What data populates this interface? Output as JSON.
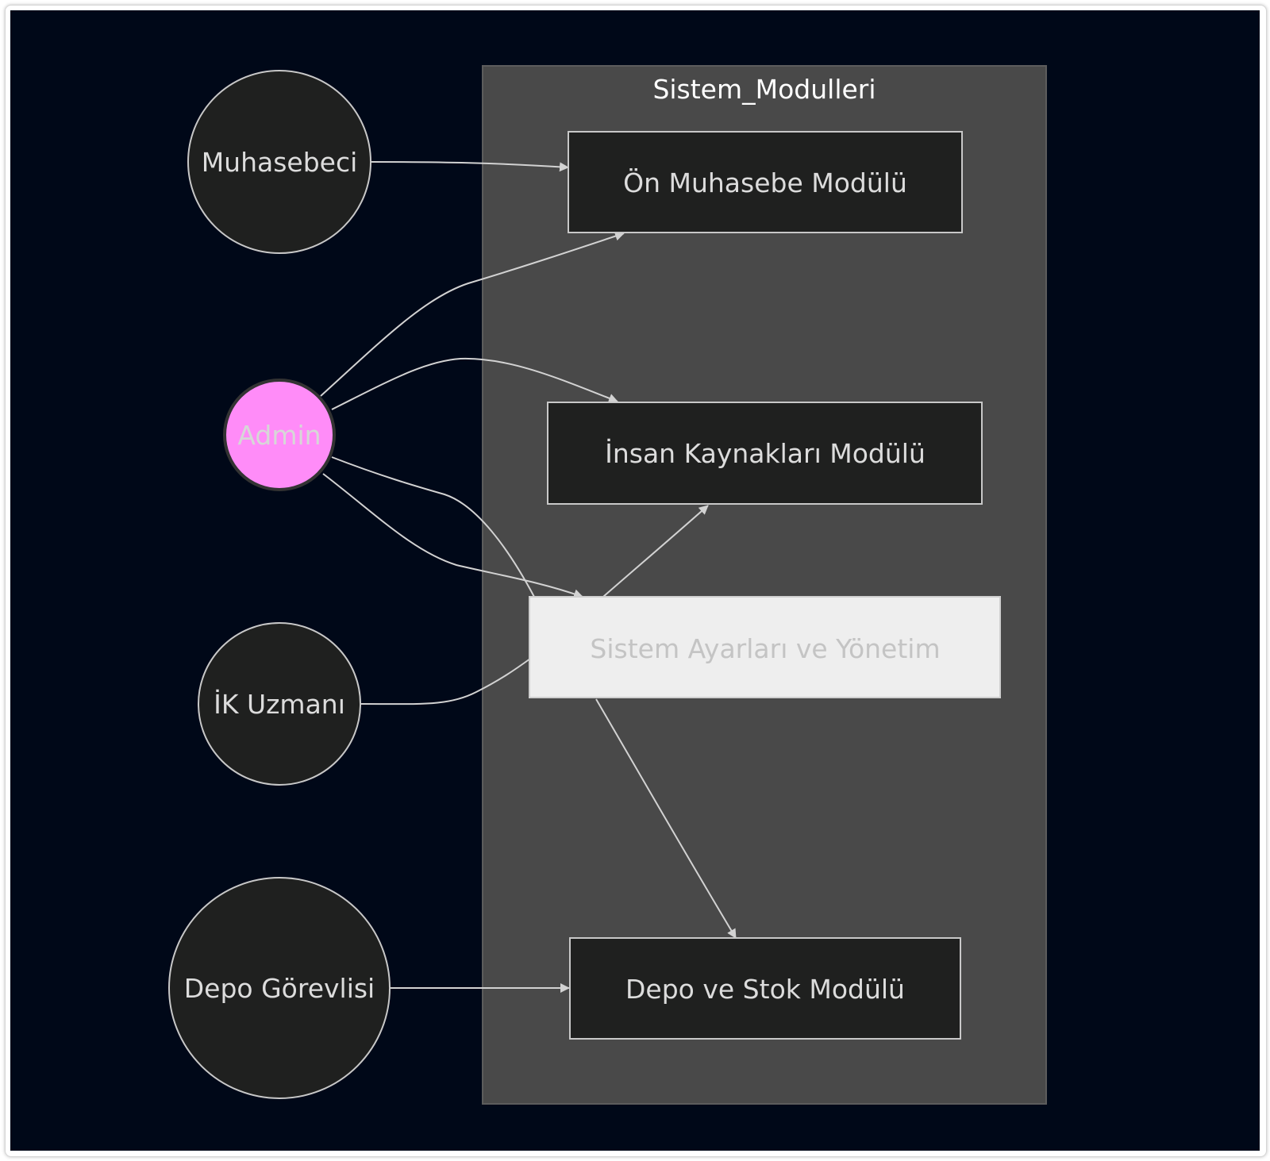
{
  "cluster": {
    "title": "Sistem_Modulleri"
  },
  "actors": {
    "muhasebeci": "Muhasebeci",
    "admin": "Admin",
    "ik_uzmani": "İK Uzmanı",
    "depo_gorevlisi": "Depo Görevlisi"
  },
  "modules": {
    "on_muhasebe": "Ön Muhasebe Modülü",
    "insan_kaynaklari": "İnsan Kaynakları Modülü",
    "sistem_ayarlari": "Sistem Ayarları ve Yönetim",
    "depo_stok": "Depo ve Stok Modülü"
  },
  "colors": {
    "background": "#000818",
    "cluster_fill": "#494949",
    "node_fill": "#1f201f",
    "node_stroke": "#c8c8c8",
    "text": "#dcdcdc",
    "admin_fill": "#ff8cf8",
    "admin_stroke": "#333333",
    "admin_text": "#d7d7d7",
    "highlight_fill": "#eeeeee",
    "highlight_text": "#c4c4c4",
    "edge": "#d2d2d2"
  }
}
